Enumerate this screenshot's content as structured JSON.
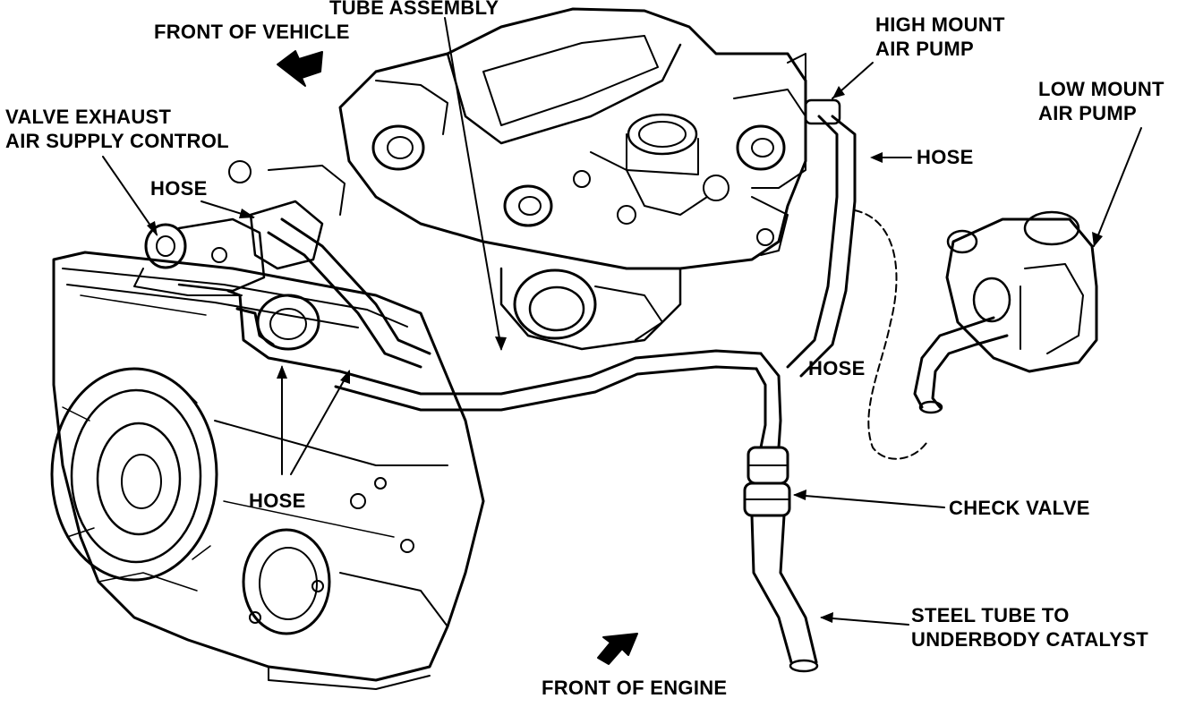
{
  "figure": {
    "background": "#ffffff",
    "ink": "#000000"
  },
  "labels": {
    "tube_assembly": "TUBE ASSEMBLY",
    "front_of_vehicle": "FRONT OF VEHICLE",
    "high_mount_air_pump": [
      "HIGH MOUNT",
      "AIR PUMP"
    ],
    "low_mount_air_pump": [
      "LOW MOUNT",
      "AIR PUMP"
    ],
    "valve_exhaust_air_supply_control": [
      "VALVE EXHAUST",
      "AIR SUPPLY CONTROL"
    ],
    "hose_left": "HOSE",
    "hose_upper_right": "HOSE",
    "hose_middle_right": "HOSE",
    "hose_bottom": "HOSE",
    "check_valve": "CHECK VALVE",
    "steel_tube": [
      "STEEL TUBE TO",
      "UNDERBODY CATALYST"
    ],
    "front_of_engine": "FRONT OF ENGINE"
  },
  "icons": {
    "front_of_vehicle_arrow": "bold-arrow-icon",
    "front_of_engine_arrow": "bold-arrow-icon"
  }
}
